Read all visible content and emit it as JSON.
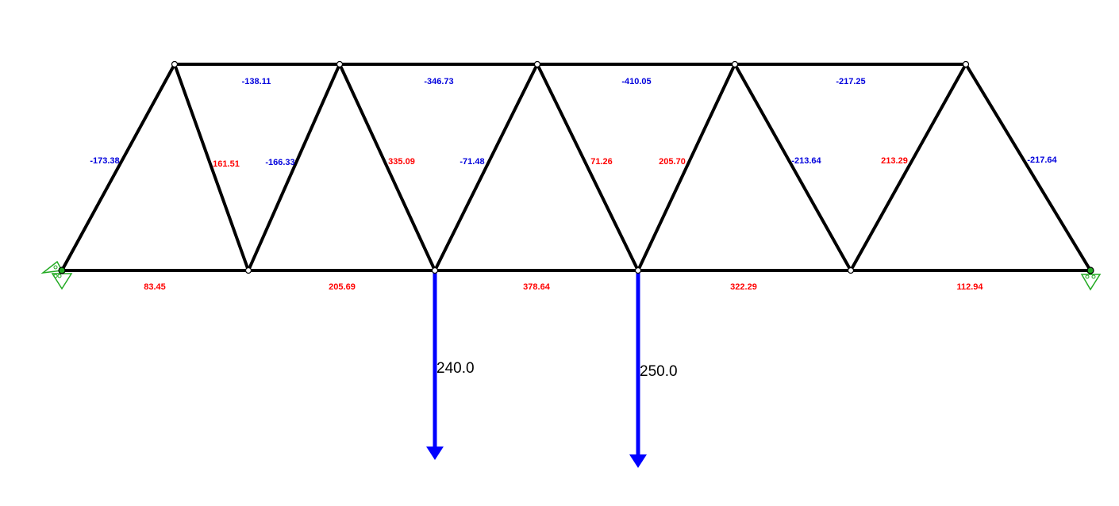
{
  "colors": {
    "member": "#000000",
    "tension": "#ff0000",
    "compression": "#0000dd",
    "load": "#0000ff",
    "support": "#22aa22",
    "node_fill": "#ffffff"
  },
  "member_forces": [
    {
      "value": "-173.38",
      "kind": "compression"
    },
    {
      "value": "161.51",
      "kind": "tension"
    },
    {
      "value": "-166.33",
      "kind": "compression"
    },
    {
      "value": "335.09",
      "kind": "tension"
    },
    {
      "value": "-71.48",
      "kind": "compression"
    },
    {
      "value": "71.26",
      "kind": "tension"
    },
    {
      "value": "205.70",
      "kind": "tension"
    },
    {
      "value": "-213.64",
      "kind": "compression"
    },
    {
      "value": "213.29",
      "kind": "tension"
    },
    {
      "value": "-217.64",
      "kind": "compression"
    },
    {
      "value": "-138.11",
      "kind": "compression"
    },
    {
      "value": "-346.73",
      "kind": "compression"
    },
    {
      "value": "-410.05",
      "kind": "compression"
    },
    {
      "value": "-217.25",
      "kind": "compression"
    },
    {
      "value": "83.45",
      "kind": "tension"
    },
    {
      "value": "205.69",
      "kind": "tension"
    },
    {
      "value": "378.64",
      "kind": "tension"
    },
    {
      "value": "322.29",
      "kind": "tension"
    },
    {
      "value": "112.94",
      "kind": "tension"
    }
  ],
  "loads": [
    {
      "value": "240.0",
      "direction": "down"
    },
    {
      "value": "250.0",
      "direction": "down"
    }
  ],
  "supports": [
    {
      "type": "pinned"
    },
    {
      "type": "roller"
    }
  ]
}
